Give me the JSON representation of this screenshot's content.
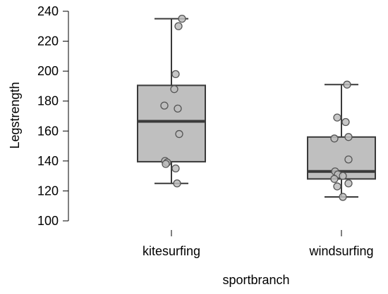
{
  "chart_data": {
    "type": "box",
    "xlabel": "sportbranch",
    "ylabel": "Legstrength",
    "ylim": [
      100,
      240
    ],
    "yticks": [
      100,
      120,
      140,
      160,
      180,
      200,
      220,
      240
    ],
    "categories": [
      "kitesurfing",
      "windsurfing"
    ],
    "grid": false,
    "colors": {
      "box_fill": "#bfbfbf",
      "box_stroke": "#3a3a3a",
      "point_fill": "#bdbdbd",
      "point_stroke": "#555555"
    },
    "boxes": [
      {
        "category": "kitesurfing",
        "min": 125,
        "q1": 139.5,
        "median": 166.5,
        "q3": 190.5,
        "max": 235
      },
      {
        "category": "windsurfing",
        "min": 116,
        "q1": 128,
        "median": 133,
        "q3": 156,
        "max": 191
      }
    ],
    "points": [
      {
        "category": "kitesurfing",
        "values": [
          235,
          230,
          198,
          188,
          177,
          175,
          158,
          140,
          139,
          138,
          135,
          125
        ]
      },
      {
        "category": "windsurfing",
        "values": [
          191,
          169,
          166,
          156,
          155,
          141,
          133,
          131,
          130,
          128,
          125,
          123,
          116
        ]
      }
    ]
  }
}
